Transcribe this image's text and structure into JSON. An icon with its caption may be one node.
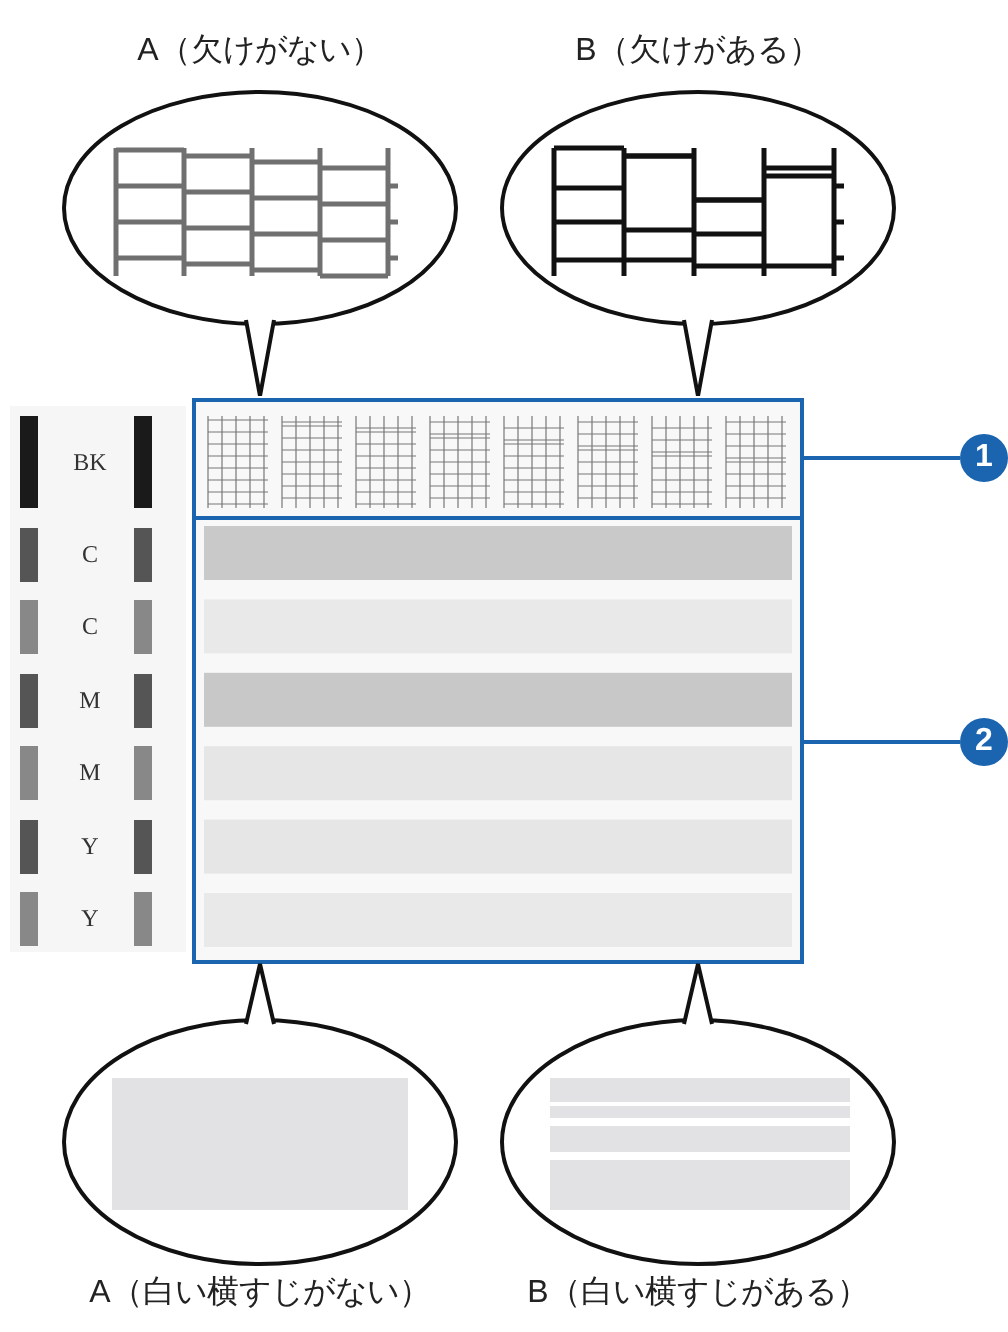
{
  "diagram": {
    "nodes": [
      {
        "text": [
          "A（欠けがない）"
        ]
      },
      {
        "text": [
          "B（欠けがある）"
        ]
      },
      {
        "text": [],
        "shape": "box"
      },
      {
        "text": [],
        "shape": "box"
      },
      {
        "text": [
          "1"
        ]
      },
      {
        "text": [
          "2"
        ]
      },
      {
        "text": [
          "A（白い横すじがない）"
        ]
      },
      {
        "text": [
          "B（白い横すじがある）"
        ]
      }
    ],
    "edges": [
      {
        "from": 4,
        "to": 2,
        "arrow": "none"
      },
      {
        "from": 5,
        "to": 3,
        "arrow": "none"
      }
    ],
    "labels": [
      "BK",
      "C",
      "C",
      "M",
      "M",
      "Y",
      "Y"
    ]
  }
}
